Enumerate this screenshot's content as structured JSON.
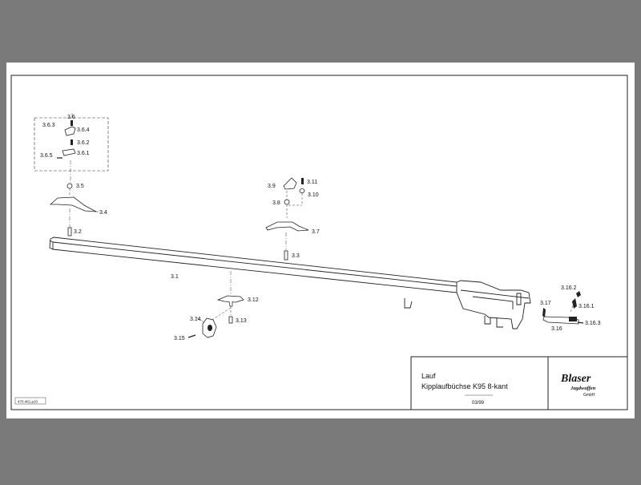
{
  "drawing": {
    "sheet_code": "470.461.p10",
    "title_block": {
      "line1": "Lauf",
      "line2": "Kipplaufbüchse K95 8-kant",
      "date": "03/99",
      "brand": "Blaser",
      "brand_sub": "Jagdwaffen",
      "brand_gmbh": "GmbH"
    },
    "parts": {
      "p3_1": "3.1",
      "p3_2": "3.2",
      "p3_3": "3.3",
      "p3_4": "3.4",
      "p3_5": "3.5",
      "p3_6": "3.6",
      "p3_6_1": "3.6.1",
      "p3_6_2": "3.6.2",
      "p3_6_3": "3.6.3",
      "p3_6_4": "3.6.4",
      "p3_6_5": "3.6.5",
      "p3_7": "3.7",
      "p3_8": "3.8",
      "p3_9": "3.9",
      "p3_10": "3.10",
      "p3_11": "3.11",
      "p3_12": "3.12",
      "p3_13": "3.13",
      "p3_14": "3.14",
      "p3_15": "3.15",
      "p3_16": "3.16",
      "p3_16_1": "3.16.1",
      "p3_16_2": "3.16.2",
      "p3_16_3": "3.16.3",
      "p3_17": "3.17"
    }
  }
}
